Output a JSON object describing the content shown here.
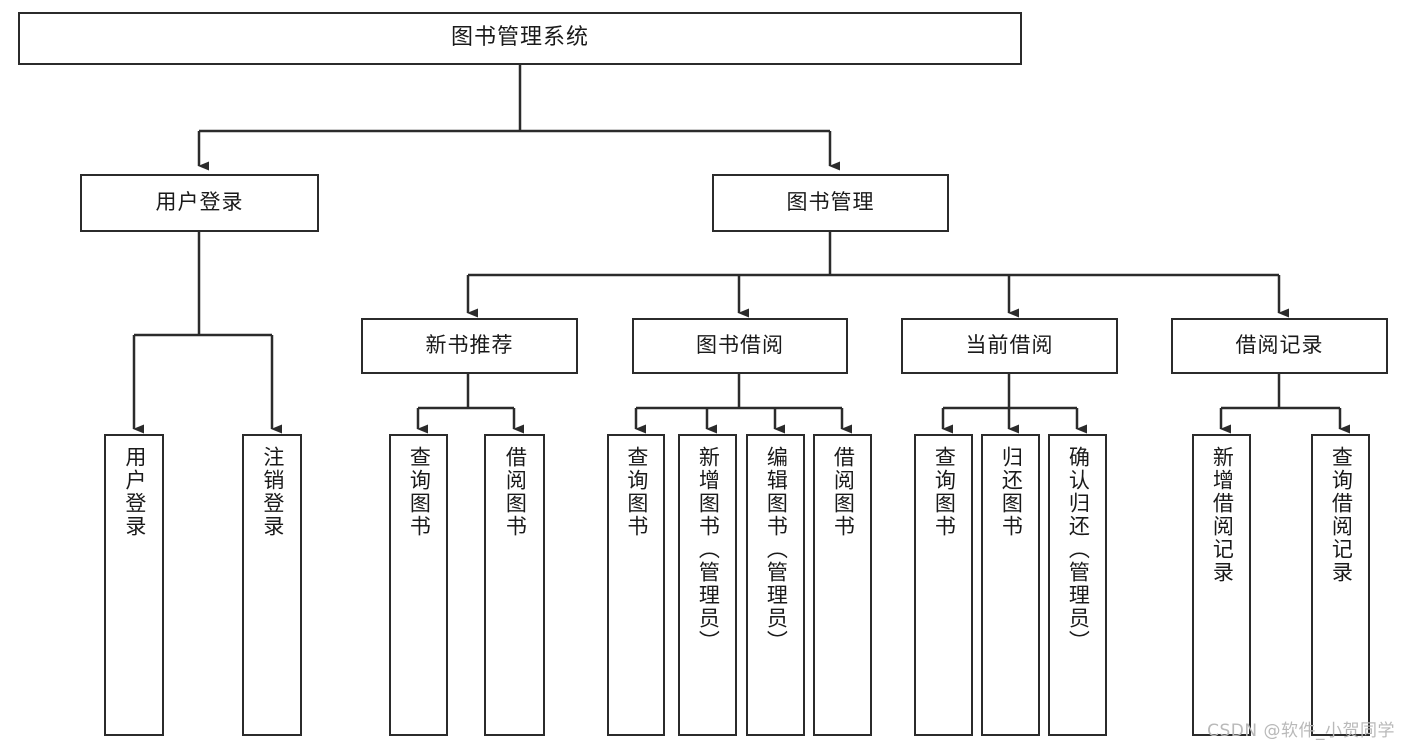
{
  "diagram": {
    "title": "图书管理系统",
    "type": "tree-hierarchy-chart",
    "watermark": "CSDN @软件_小贺同学",
    "line_color": "#2b2b2b",
    "text_color": "#1a1a1a",
    "background_color": "#ffffff"
  },
  "nodes": {
    "root": {
      "label": "图书管理系统"
    },
    "level2": [
      {
        "label": "用户登录"
      },
      {
        "label": "图书管理"
      }
    ],
    "level3": [
      {
        "label": "新书推荐"
      },
      {
        "label": "图书借阅"
      },
      {
        "label": "当前借阅"
      },
      {
        "label": "借阅记录"
      }
    ],
    "leaves": {
      "user_login": [
        {
          "label": "用户登录"
        },
        {
          "label": "注销登录"
        }
      ],
      "new_book_recommend": [
        {
          "label": "查询图书"
        },
        {
          "label": "借阅图书"
        }
      ],
      "book_borrow": [
        {
          "label": "查询图书"
        },
        {
          "label": "新增图书（管理员）"
        },
        {
          "label": "编辑图书（管理员）"
        },
        {
          "label": "借阅图书"
        }
      ],
      "current_borrow": [
        {
          "label": "查询图书"
        },
        {
          "label": "归还图书"
        },
        {
          "label": "确认归还（管理员）"
        }
      ],
      "borrow_record": [
        {
          "label": "新增借阅记录"
        },
        {
          "label": "查询借阅记录"
        }
      ]
    }
  }
}
